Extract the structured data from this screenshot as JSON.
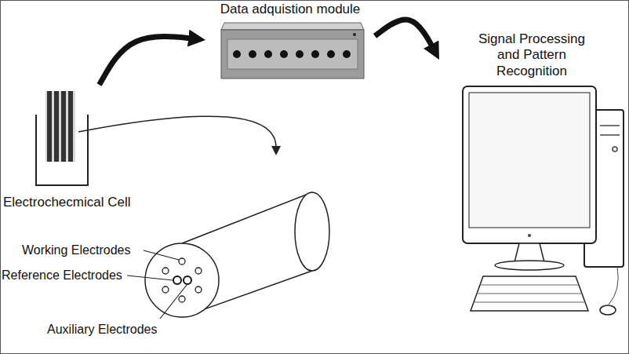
{
  "diagram": {
    "nodes": [
      {
        "text": [
          "Electrochecmical Cell"
        ]
      },
      {
        "text": [
          "Data adquistion module"
        ]
      },
      {
        "text": [
          "Signal Processing and Pattern Recognition"
        ]
      }
    ],
    "edges": [
      {
        "from": 0,
        "to": 1,
        "arrow": "to"
      },
      {
        "from": 1,
        "to": 2,
        "arrow": "to"
      }
    ],
    "labels": [
      "Working Electrodes",
      "Reference Electrodes",
      "Auxiliary Electrodes"
    ]
  }
}
